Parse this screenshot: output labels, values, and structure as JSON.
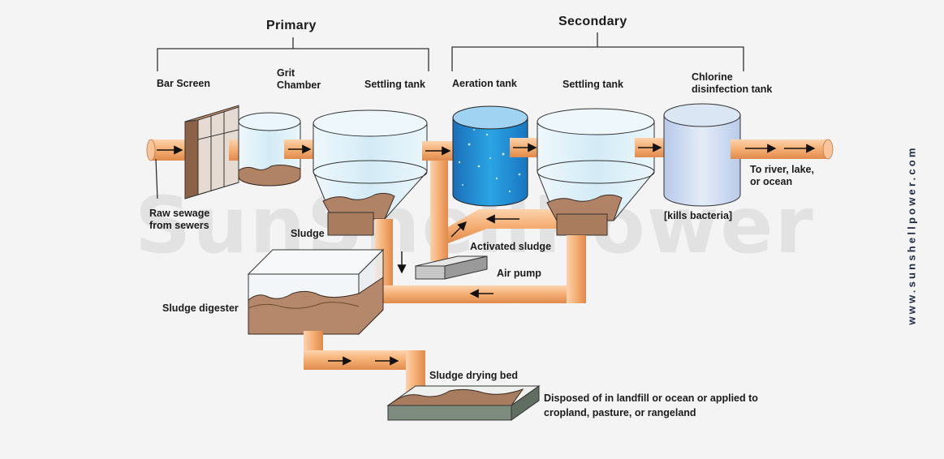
{
  "diagram": {
    "stages": {
      "primary": "Primary",
      "secondary": "Secondary"
    },
    "units": {
      "bar_screen": "Bar Screen",
      "grit_chamber_line1": "Grit",
      "grit_chamber_line2": "Chamber",
      "settling_tank_primary": "Settling tank",
      "aeration_tank": "Aeration tank",
      "settling_tank_secondary": "Settling tank",
      "chlorine_line1": "Chlorine",
      "chlorine_line2": "disinfection tank"
    },
    "labels": {
      "raw_sewage_line1": "Raw sewage",
      "raw_sewage_line2": "from sewers",
      "sludge": "Sludge",
      "activated_sludge": "Activated sludge",
      "air_pump": "Air pump",
      "kills_bacteria": "[kills bacteria]",
      "outlet_line1": "To river, lake,",
      "outlet_line2": "or ocean",
      "sludge_digester": "Sludge digester",
      "sludge_drying_bed": "Sludge drying bed",
      "disposal_line1": "Disposed of in landfill or ocean or applied to",
      "disposal_line2": "cropland, pasture, or rangeland"
    },
    "colors": {
      "pipe": "#f4ae74",
      "pipe_shadow": "#e48f4e",
      "water": "#d6ecf6",
      "aeration_water": "#1e8fd6",
      "sludge": "#a57a5c",
      "chlorine": "#c9d8ef",
      "drying_bed": "#7d8c7e"
    }
  },
  "branding": {
    "watermark": "SunShellPower",
    "side_url": "www.sunshellpower.com"
  }
}
